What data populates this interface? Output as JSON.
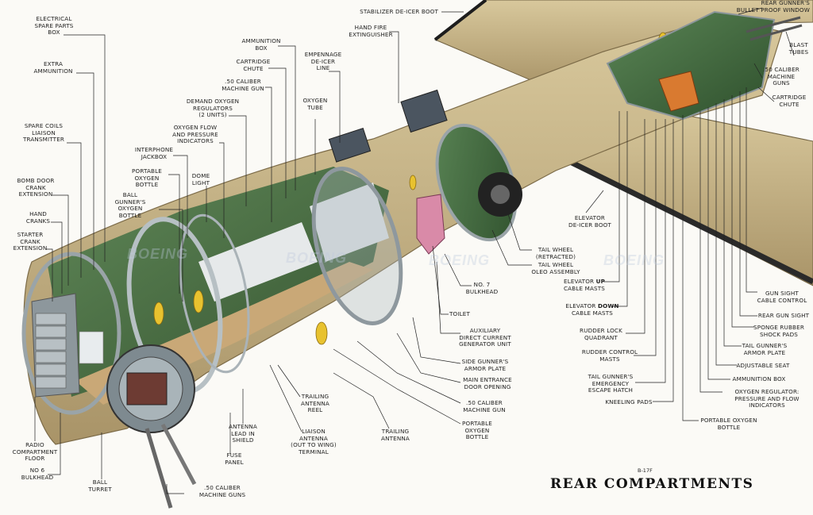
{
  "title": "REAR COMPARTMENTS",
  "model": "B-17F",
  "watermark": "BOEING",
  "colors": {
    "skin": "#c8b68a",
    "skin_dark": "#a8956a",
    "interior_green": "#3f6a3c",
    "frame_metal": "#b9c3c9",
    "wing_edge": "#2a2a2a"
  },
  "labels": {
    "electrical_spare_parts_box": "ELECTRICAL\nSPARE PARTS\nBOX",
    "extra_ammunition": "EXTRA\nAMMUNITION",
    "spare_coils_liaison_transmitter": "SPARE COILS\nLIAISON\nTRANSMITTER",
    "bomb_door_crank_extension": "BOMB DOOR\nCRANK\nEXTENSION",
    "hand_cranks": "HAND\nCRANKS",
    "starter_crank_extension": "STARTER\nCRANK\nEXTENSION",
    "radio_compartment_floor": "RADIO\nCOMPARTMENT\nFLOOR",
    "no6_bulkhead": "No 6\nBULKHEAD",
    "ball_turret": "BALL\nTURRET",
    "cal50_machine_guns": ".50 CALIBER\nMACHINE GUNS",
    "fuse_panel": "FUSE\nPANEL",
    "antenna_lead_in_shield": "ANTENNA\nLEAD IN\nSHIELD",
    "liaison_antenna_terminal": "LIAISON\nANTENNA\n(OUT TO WING)\nTERMINAL",
    "trailing_antenna_reel": "TRAILING\nANTENNA\nREEL",
    "trailing_antenna": "TRAILING\nANTENNA",
    "portable_oxygen_bottle_low": "PORTABLE\nOXYGEN\nBOTTLE",
    "cal50_machine_gun_low": ".50 CALIBER\nMACHINE GUN",
    "main_entrance_door": "MAIN ENTRANCE\nDOOR OPENING",
    "side_gunners_armor": "SIDE GUNNER'S\nARMOR PLATE",
    "auxiliary_generator": "AUXILIARY\nDIRECT CURRENT\nGENERATOR UNIT",
    "toilet": "TOILET",
    "no7_bulkhead": "No. 7\nBULKHEAD",
    "tail_wheel_oleo": "TAIL WHEEL\nOLEO ASSEMBLY",
    "tail_wheel_retracted": "TAIL WHEEL\n(RETRACTED)",
    "ball_gunners_oxygen": "BALL\nGUNNER'S\nOXYGEN\nBOTTLE",
    "portable_oxygen_bottle_up": "PORTABLE\nOXYGEN\nBOTTLE",
    "interphone_jackbox": "INTERPHONE\nJACKBOX",
    "dome_light": "DOME\nLIGHT",
    "oxygen_flow_indicators": "OXYGEN FLOW\nAND PRESSURE\nINDICATORS",
    "demand_oxygen_regulators": "DEMAND OXYGEN\nREGULATORS\n(2 UNITS)",
    "cal50_machine_gun_up": ".50 CALIBER\nMACHINE GUN",
    "cartridge_chute_up": "CARTRIDGE\nCHUTE",
    "ammunition_box_up": "AMMUNITION\nBOX",
    "empennage_deicer": "EMPENNAGE\nDE-ICER\nLINE",
    "oxygen_tube": "OXYGEN\nTUBE",
    "hand_fire_extinguisher": "HAND FIRE\nEXTINGUISHER",
    "stabilizer_deicer_boot": "STABILIZER DE-ICER BOOT",
    "rear_gunners_window": "REAR GUNNER'S\nBULLET PROOF WINDOW",
    "blast_tubes": "BLAST\nTUBES",
    "cal50_machine_guns_tail": ".50 CALIBER\nMACHINE\nGUNS",
    "cartridge_chute_tail": "CARTRIDGE\nCHUTE",
    "elevator_deicer_boot": "ELEVATOR\nDE-ICER BOOT",
    "elevator_up_prefix": "ELEVATOR ",
    "elevator_up_word": "UP",
    "elevator_up_suffix": "\nCABLE MASTS",
    "elevator_down_prefix": "ELEVATOR ",
    "elevator_down_word": "DOWN",
    "elevator_down_suffix": "\nCABLE MASTS",
    "rudder_lock_quadrant": "RUDDER LOCK\nQUADRANT",
    "rudder_control_masts": "RUDDER CONTROL\nMASTS",
    "tail_gunners_escape_hatch": "TAIL GUNNER'S\nEMERGENCY\nESCAPE HATCH",
    "kneeling_pads": "KNEELING PADS",
    "gun_sight_cable_control": "GUN SIGHT\nCABLE CONTROL",
    "rear_gun_sight": "REAR GUN SIGHT",
    "sponge_rubber_pads": "SPONGE RUBBER\nSHOCK PADS",
    "tail_gunners_armor": "TAIL GUNNER'S\nARMOR PLATE",
    "adjustable_seat": "ADJUSTABLE SEAT",
    "ammunition_box_tail": "AMMUNITION BOX",
    "oxygen_regulator": "OXYGEN REGULATOR:\nPRESSURE AND FLOW\nINDICATORS",
    "portable_oxygen_bottle_tail": "PORTABLE OXYGEN\nBOTTLE"
  }
}
